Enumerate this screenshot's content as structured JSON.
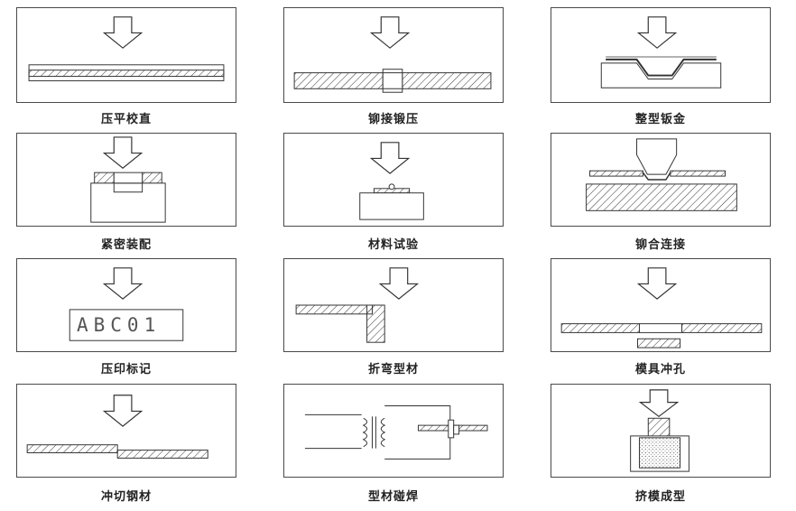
{
  "diagrams": [
    {
      "label": "压平校直"
    },
    {
      "label": "铆接锻压"
    },
    {
      "label": "整型钣金"
    },
    {
      "label": "紧密装配"
    },
    {
      "label": "材料试验"
    },
    {
      "label": "铆合连接"
    },
    {
      "label": "压印标记",
      "marking_text": "ABC01"
    },
    {
      "label": "折弯型材"
    },
    {
      "label": "模具冲孔"
    },
    {
      "label": "冲切钢材"
    },
    {
      "label": "型材碰焊"
    },
    {
      "label": "挤模成型"
    }
  ]
}
